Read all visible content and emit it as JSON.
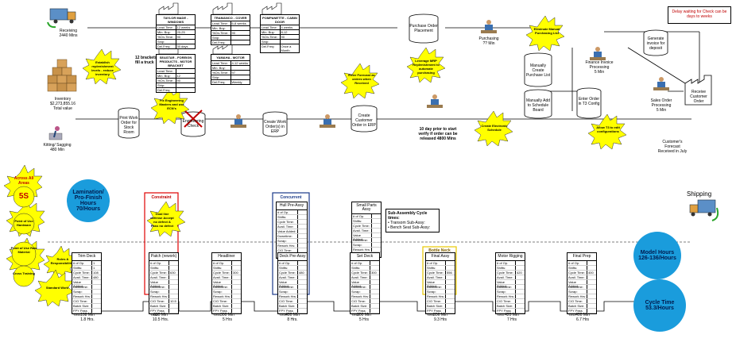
{
  "header_note": "Delay waiting for Check can be days to weeks",
  "top": {
    "receiving": {
      "label": "Receiving",
      "time": "2440 Mins"
    },
    "inventory": {
      "label": "Inventory",
      "value": "$2,273,855.16",
      "sub": "Total value"
    },
    "kitting": {
      "label": "Kitting/ Sagging",
      "time": "480 Min"
    },
    "print_work_order": "Print Work Order for Stock Room",
    "engineering_check": "Engineering Check",
    "create_work_orders": "Create Work Order(s) in ERP",
    "create_customer_order": "Create Customer Order in ERP",
    "purchase_order_placement": "Purchase Order Placement",
    "purchasing": {
      "label": "Purchasing",
      "time": "?? Min"
    },
    "manually_create_purchase_list": "Manually Create Purchase List",
    "manually_add_schedule": "Manually Add to Schedule Board",
    "enter_order_t3": "Enter Order in T3 Config",
    "generate_invoice": "Generate invoice for deposit",
    "finance_invoice": {
      "label": "Finance Invoice Processing",
      "time": "5 Min"
    },
    "sales_order": {
      "label": "Sales Order Processing",
      "time": "5 Min"
    },
    "receive_customer_order": "Receive Customer Order",
    "customer_forecast": "Customer's Forecast Received in July",
    "brackets_note": "12 brackets fill a truck",
    "ten_day_note": "10 day prior to start verify if order can be released 4800 Mins"
  },
  "suppliers": [
    {
      "title": "TAYLOR MADE - WINDOWS",
      "rows": [
        [
          "Lead Time:",
          "12 weeks"
        ],
        [
          "Min. Buy:",
          "20-25"
        ],
        [
          "%On-Time:",
          "90"
        ],
        [
          "Ship:",
          ""
        ],
        [
          "Del.Freq:",
          "30 days"
        ]
      ]
    },
    {
      "title": "TRAMANCO - COVER",
      "rows": [
        [
          "Lead Time:",
          "6-8 weeks"
        ],
        [
          "Min. Buy:",
          ""
        ],
        [
          "%On-Time:",
          "90"
        ],
        [
          "Ship:",
          ""
        ],
        [
          "Del.Freq:",
          ""
        ]
      ]
    },
    {
      "title": "POMPANETTE - CABIN DOOR",
      "rows": [
        [
          "Lead Time:",
          "4 weeks"
        ],
        [
          "Min. Buy:",
          "8-12"
        ],
        [
          "%On-Time:",
          "90"
        ],
        [
          "Ship:",
          ""
        ],
        [
          "Del.Freq:",
          "Once a Month"
        ]
      ]
    },
    {
      "title": "SEASTAR - FOREIGN PRODUCTS - MOTOR BRACKET",
      "rows": [
        [
          "Lead Time:",
          ""
        ],
        [
          "Min. Buy:",
          "12"
        ],
        [
          "%On-Time:",
          "90"
        ],
        [
          "Ship:",
          ""
        ],
        [
          "Del.Freq:",
          ""
        ]
      ]
    },
    {
      "title": "YAMAHA - MOTOR",
      "rows": [
        [
          "Lead Time:",
          "4-12 weeks"
        ],
        [
          "Min. Buy:",
          ""
        ],
        [
          "%On-Time:",
          "97"
        ],
        [
          "Ship:",
          ""
        ],
        [
          "Del.Freq:",
          "Weekly"
        ]
      ]
    }
  ],
  "kaizen_bursts": [
    "Establish replenishment levels - reduce inventory",
    "Fix Engineering Masters and use ECN's",
    "Enter Forecast as orders when Received",
    "Leverage MRP Replenishment to automate purchasing",
    "Eliminate Manual Purchasing List",
    "Create Electronic Schedule",
    "Allow T3 to edit configurations"
  ],
  "left_bursts": [
    "Across All Areas",
    "5S",
    "Point of Use Hardware",
    "Point of Use Raw Material",
    "Roles & Responsibilities",
    "Cross Training",
    "Standard Work"
  ],
  "lamination": "Lamination/ Pro-Finish Hours 70/Hours",
  "constraint_label": "Constraint",
  "constraint_burst": "Goal line defense Accept no defect & Pass no defect",
  "concurrent_label": "Concurrent",
  "bottleneck_label": "Bottle Neck",
  "shipping": "Shipping",
  "model_hours": "Model Hours 126-136/Hours",
  "cycle_time": "Cycle Time 53.3/Hours",
  "subassy_note": {
    "title": "Sub-Assembly Cycle times:",
    "items": [
      "Transom Sub-Assy:",
      "Bench Seat Sub-Assy:"
    ]
  },
  "process_rows": [
    "# of Op.",
    "Shifts:",
    "Cycle Time:",
    "Avail. Time:",
    "Value Added:",
    "Downtime:",
    "Scrap:",
    "Rework Hrs:",
    "C/O Time:",
    "Batch Size:",
    "FPY Pass Yield:"
  ],
  "processes": [
    {
      "name": "Trim Deck",
      "vals": [
        "1",
        "1",
        "108",
        "480",
        "",
        "",
        "",
        "",
        "",
        "",
        ""
      ],
      "time_min": "108 Min",
      "time_hrs": "1.8 Hrs."
    },
    {
      "name": "Patch (rework)",
      "vals": [
        "",
        "",
        "630",
        "",
        "",
        "",
        "",
        "",
        "10.5",
        "",
        ""
      ],
      "time_min": "630 Min",
      "time_hrs": "10.5 Hrs."
    },
    {
      "name": "Headliner",
      "vals": [
        "",
        "",
        "300",
        "",
        "",
        "",
        "",
        "",
        "",
        "",
        ""
      ],
      "time_min": "300 Min",
      "time_hrs": "5 Hrs"
    },
    {
      "name": "Deck Pre-Assy",
      "vals": [
        "",
        "",
        "480",
        "",
        "",
        "",
        "",
        "",
        "",
        "",
        ""
      ],
      "time_min": "480 Min",
      "time_hrs": "8 Hrs."
    },
    {
      "name": "Set Deck",
      "vals": [
        "",
        "",
        "300",
        "",
        "",
        "",
        "",
        "",
        "",
        "",
        ""
      ],
      "time_min": "300 Min",
      "time_hrs": "5 Hrs"
    },
    {
      "name": "Final Assy",
      "vals": [
        "",
        "",
        "556",
        "",
        "",
        "",
        "",
        "",
        "",
        "",
        ""
      ],
      "time_min": "556 Min",
      "time_hrs": "9.3 Hrs"
    },
    {
      "name": "Motor Rigging",
      "vals": [
        "",
        "",
        "420",
        "",
        "",
        "",
        "",
        "",
        "",
        "",
        ""
      ],
      "time_min": "420 Min",
      "time_hrs": "7 Hrs"
    },
    {
      "name": "Final Prep",
      "vals": [
        "",
        "",
        "400",
        "",
        "",
        "",
        "",
        "",
        "",
        "",
        ""
      ],
      "time_min": "400 Min",
      "time_hrs": "6.7 Hrs"
    }
  ],
  "hull_preassy": {
    "name": "Hull Pre-Assy"
  },
  "small_parts": {
    "name": "Small Parts Assy"
  }
}
